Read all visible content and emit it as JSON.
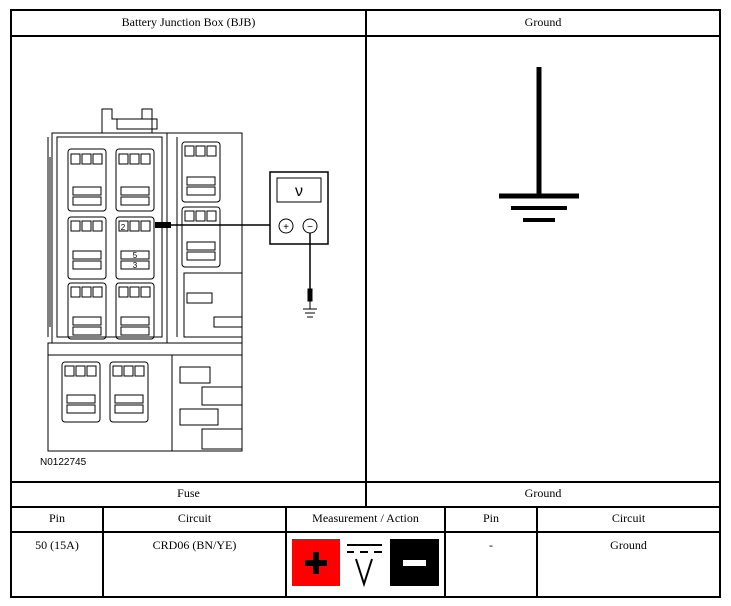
{
  "headers": {
    "left": "Battery Junction Box (BJB)",
    "right": "Ground"
  },
  "diagram": {
    "figure_id": "N0122745",
    "meter_symbol": "ν",
    "probe_plus": "+",
    "probe_minus": "−",
    "cavity_label_a": "2",
    "cavity_label_b": "5",
    "cavity_label_c": "3"
  },
  "section_labels": {
    "left": "Fuse",
    "right": "Ground"
  },
  "table": {
    "columns": [
      "Pin",
      "Circuit",
      "Measurement / Action",
      "Pin",
      "Circuit"
    ],
    "row": {
      "pin": "50 (15A)",
      "circuit": "CRD06 (BN/YE)",
      "pin2": "-",
      "circuit2": "Ground"
    }
  },
  "measurement_icons": [
    "positive-probe-icon",
    "dc-voltage-icon",
    "negative-probe-icon"
  ],
  "colors": {
    "positive": "#ff0000",
    "negative": "#000000",
    "border": "#000000"
  }
}
